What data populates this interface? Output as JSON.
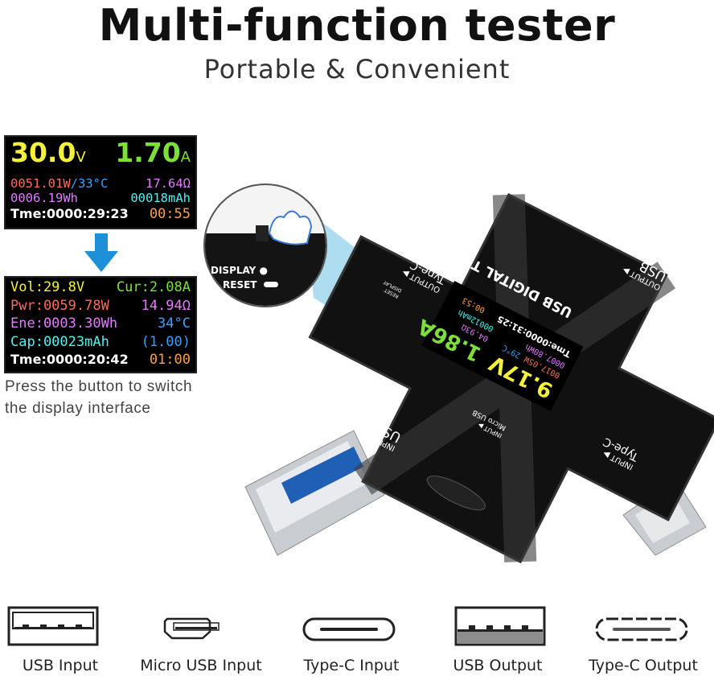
{
  "header": {
    "title": "Multi-function tester",
    "subtitle": "Portable & Convenient"
  },
  "screen1": {
    "voltage": "30.0",
    "voltage_unit": "V",
    "current": "1.70",
    "current_unit": "A",
    "power_temp_a": "0051.01W",
    "power_temp_b": "/33°C",
    "resistance": "17.64Ω",
    "energy": "0006.19Wh",
    "capacity": "00018mAh",
    "time": "Tme:0000:29:23",
    "timer": "00:55"
  },
  "screen2": {
    "vol": "Vol:29.8V",
    "cur": "Cur:2.08A",
    "pwr": "Pwr:0059.78W",
    "res": "14.94Ω",
    "ene": "Ene:0003.30Wh",
    "temp": "34°C",
    "cap": "Cap:00023mAh",
    "ratio": "(1.00)",
    "time": "Tme:0000:20:42",
    "timer": "01:00"
  },
  "caption": {
    "line1": "Press the button to switch",
    "line2": "the display interface"
  },
  "magnifier": {
    "display": "DISPLAY ●",
    "reset": "RESET"
  },
  "device": {
    "brand": "USB DIGITAL TESTER",
    "usb_output": "USB",
    "usb_output_sub": "OUTPUT ▶",
    "typec_output": "Type-C",
    "typec_output_sub": "OUTPUT ▶",
    "usb_input": "USB",
    "usb_input_sub": "INPUT ▶",
    "micro_input": "Micro USB",
    "micro_input_sub": "INPUT ▶",
    "typec_input": "Type-C",
    "typec_input_sub": "INPUT ▶",
    "display_label": "DISPLAY",
    "reset_label": "RESET",
    "screen": {
      "voltage": "9.17V",
      "current": "1.86A",
      "power": "0017.05W",
      "temp": "29°C",
      "energy": "0007.80Wh",
      "resistance": "04.93Ω",
      "capacity": "00012mAh",
      "timer": "00:53",
      "time": "Tme:0000:31:25"
    }
  },
  "ports": [
    {
      "label": "USB Input",
      "icon": "usb-a-port-icon"
    },
    {
      "label": "Micro USB Input",
      "icon": "micro-usb-port-icon"
    },
    {
      "label": "Type-C Input",
      "icon": "type-c-port-icon"
    },
    {
      "label": "USB Output",
      "icon": "usb-a-port-icon"
    },
    {
      "label": "Type-C Output",
      "icon": "type-c-port-icon"
    }
  ],
  "colors": {
    "yellow": "#f5f03a",
    "green": "#7be03a",
    "red": "#ff6b5a",
    "magenta": "#e27bff",
    "cyan": "#4ff0f0",
    "blue": "#3aa0ff",
    "orange": "#ffa040",
    "arrow": "#1e90d8"
  }
}
